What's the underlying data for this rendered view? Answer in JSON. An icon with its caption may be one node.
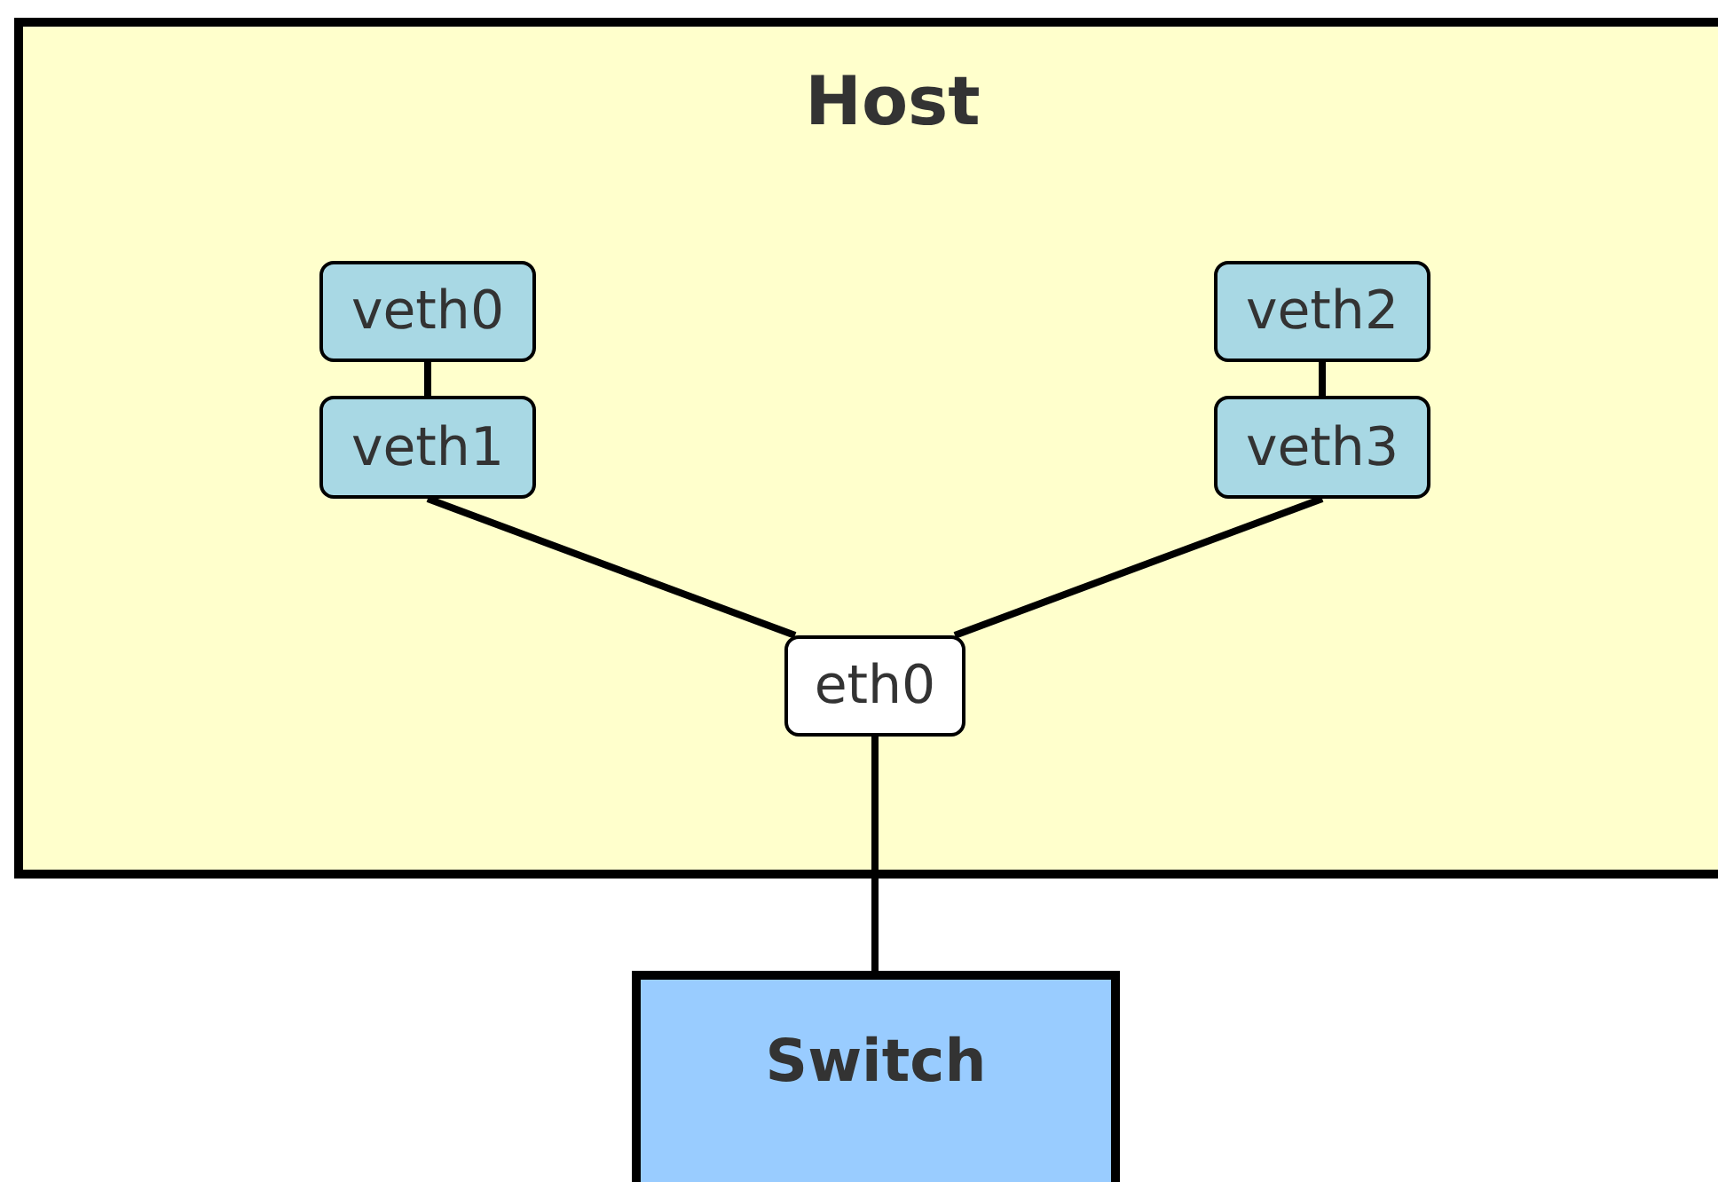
{
  "diagram": {
    "nodes": [
      {
        "text": [
          "Host"
        ]
      },
      {
        "text": [
          "veth0"
        ],
        "in": 0
      },
      {
        "text": [
          "veth1"
        ],
        "in": 0
      },
      {
        "text": [
          "veth2"
        ],
        "in": 0
      },
      {
        "text": [
          "veth3"
        ],
        "in": 0
      },
      {
        "text": [
          "eth0"
        ],
        "in": 0
      },
      {
        "text": [
          "Switch"
        ]
      }
    ],
    "edges": [
      {
        "from": 1,
        "to": 2,
        "arrow": "none"
      },
      {
        "from": 3,
        "to": 4,
        "arrow": "none"
      },
      {
        "from": 2,
        "to": 5,
        "arrow": "none"
      },
      {
        "from": 4,
        "to": 5,
        "arrow": "none"
      },
      {
        "from": 5,
        "to": 6,
        "arrow": "none"
      }
    ]
  }
}
